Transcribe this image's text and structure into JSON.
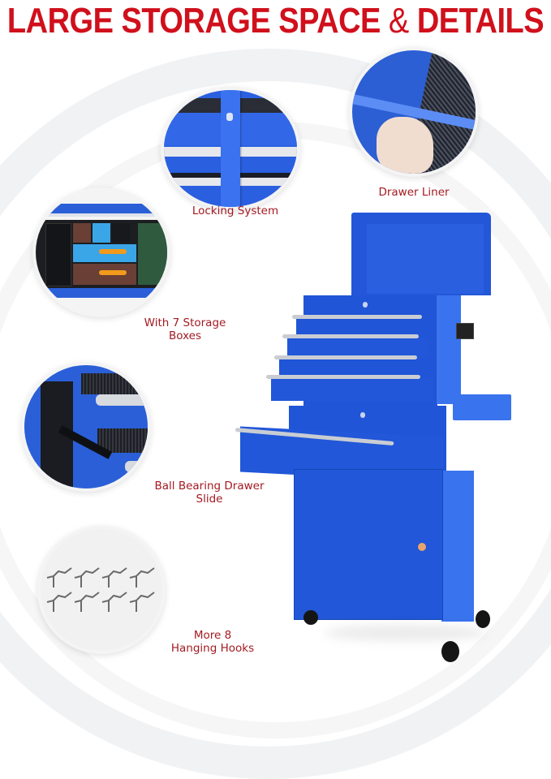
{
  "colors": {
    "title_red": "#d0101c",
    "label_red": "#a31a22",
    "cabinet_blue": "#1f55d6",
    "cabinet_blue_light": "#3c74ee",
    "cabinet_blue_dark": "#153ea8",
    "handle_silver": "#c9cdd3",
    "background": "#ffffff",
    "swoosh_gray": "#eeeff1"
  },
  "header": {
    "title_part1": "LARGE STORAGE SPACE ",
    "title_amp": "&",
    "title_part2": " DETAILS"
  },
  "features": [
    {
      "id": "locking",
      "label": "Locking System",
      "icon": "lock-detail-photo"
    },
    {
      "id": "liner",
      "label": "Drawer Liner",
      "icon": "drawer-liner-photo"
    },
    {
      "id": "boxes",
      "label_line1": "With 7 Storage",
      "label_line2": "Boxes",
      "icon": "storage-boxes-photo"
    },
    {
      "id": "slide",
      "label_line1": "Ball Bearing Drawer",
      "label_line2": "Slide",
      "icon": "drawer-slide-photo"
    },
    {
      "id": "hooks",
      "label_line1": "More 8",
      "label_line2": "Hanging Hooks",
      "icon": "hanging-hooks-photo",
      "hook_count": 8
    }
  ],
  "product": {
    "name": "rolling-tool-chest",
    "top_drawers": 4,
    "middle_drawers": 1,
    "wheels": 4
  }
}
